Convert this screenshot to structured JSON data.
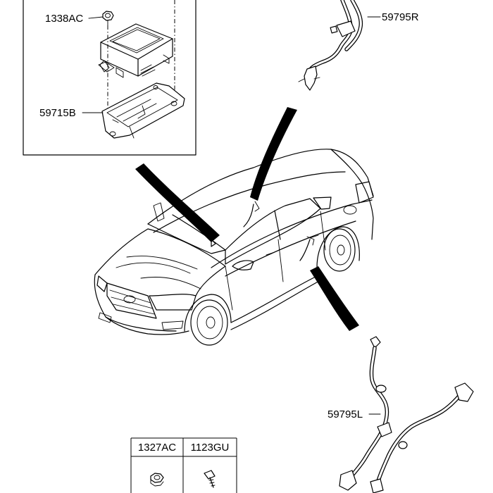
{
  "labels": {
    "nut_top": "1338AC",
    "bracket": "59715B",
    "sensor_rear_right": "59795R",
    "sensor_rear_left": "59795L"
  },
  "fastener_table": {
    "columns": [
      "1327AC",
      "1123GU"
    ]
  }
}
